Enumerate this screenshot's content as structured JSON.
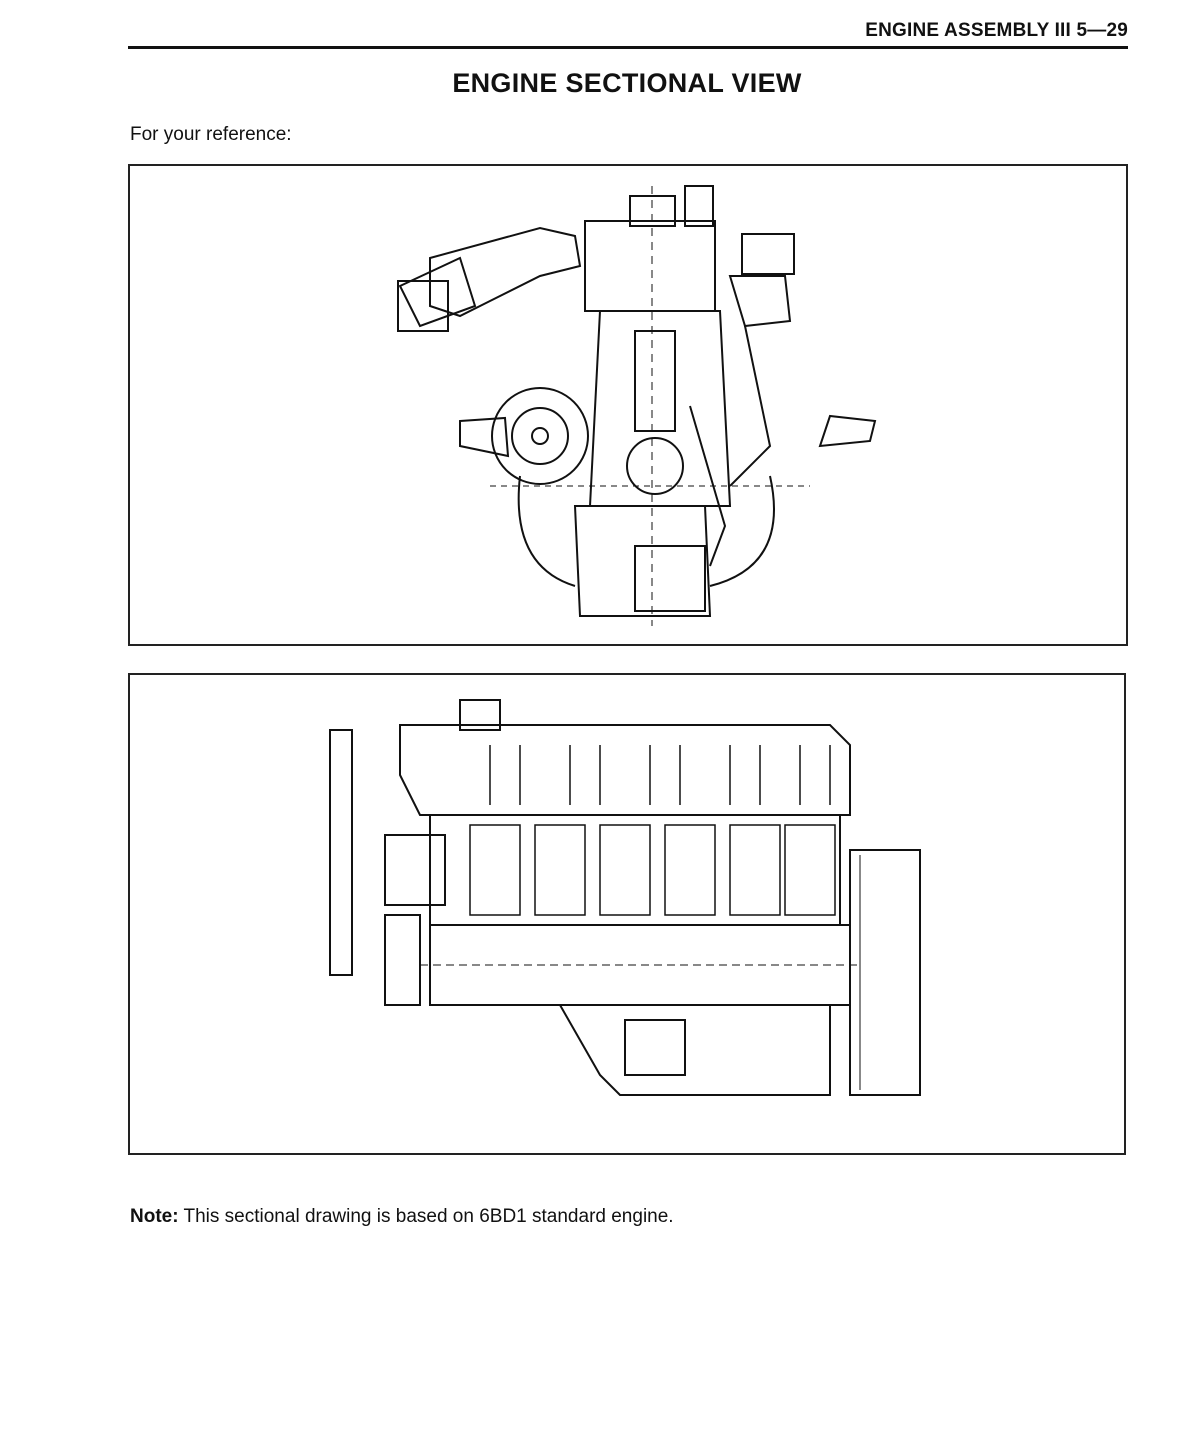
{
  "header": {
    "section_title": "ENGINE ASSEMBLY III 5—29"
  },
  "page": {
    "title": "ENGINE SECTIONAL VIEW",
    "intro": "For your reference:"
  },
  "figures": [
    {
      "name": "engine-front-cross-section-drawing",
      "icon": "engine-cross-section-icon"
    },
    {
      "name": "engine-side-longitudinal-section-drawing",
      "icon": "engine-longitudinal-section-icon"
    }
  ],
  "note": {
    "label": "Note:",
    "text": "This sectional drawing is based on 6BD1 standard engine."
  }
}
